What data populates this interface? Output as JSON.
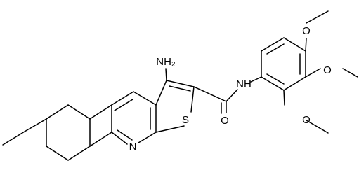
{
  "molecule": {
    "labels": {
      "amino": "NH₂",
      "sulfur": "S",
      "ring_nitrogen": "N",
      "amide_nh": "NH",
      "carbonyl_oxygen": "O",
      "methoxy_top": "O",
      "methoxy_middle": "O",
      "methoxy_bottom": "O"
    }
  }
}
